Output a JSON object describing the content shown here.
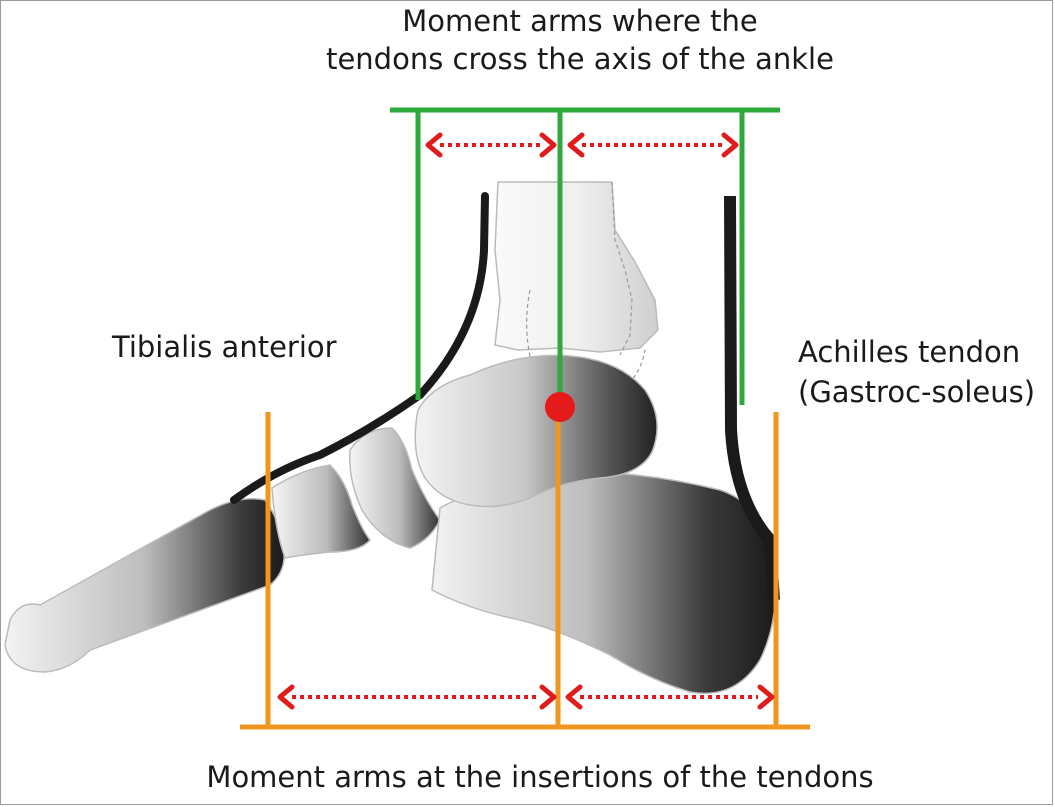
{
  "labels": {
    "top_line1": "Moment arms where the",
    "top_line2": "tendons cross the axis of the ankle",
    "bottom": "Moment arms at the insertions of the tendons",
    "left": "Tibialis anterior",
    "right_line1": "Achilles tendon",
    "right_line2": "(Gastroc-soleus)"
  },
  "colors": {
    "green_lines": "#2eaa3c",
    "orange_lines": "#f0961e",
    "arrows": "#e01b1b",
    "axis_point": "#e51a1a",
    "tendon": "#1a1a1a",
    "bone_light": "#f0f0f0",
    "bone_dark": "#2a2a2a"
  }
}
